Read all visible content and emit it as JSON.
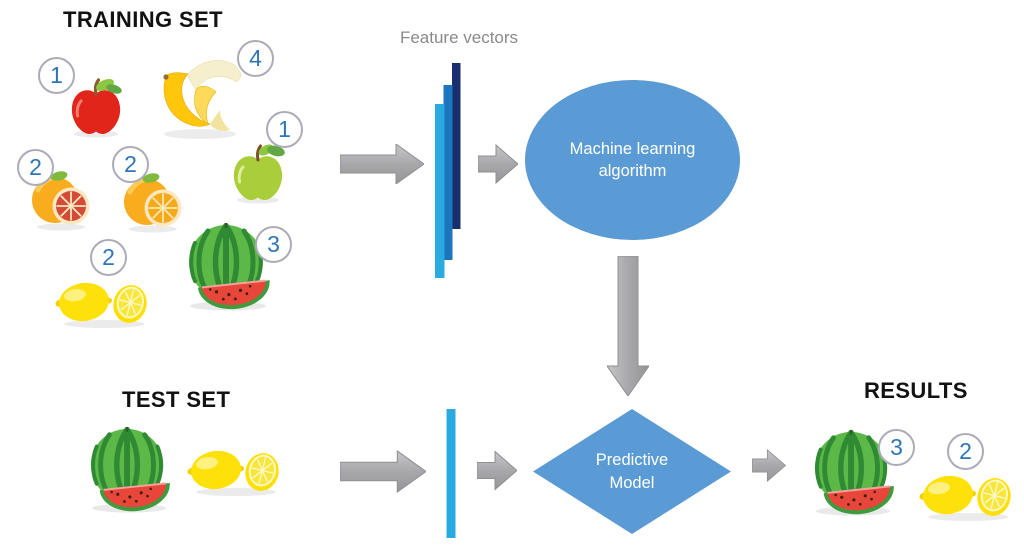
{
  "training_set": {
    "title": "TRAINING SET",
    "items": [
      {
        "fruit": "red-apple",
        "count": "1"
      },
      {
        "fruit": "banana",
        "count": "4"
      },
      {
        "fruit": "green-apple",
        "count": "1"
      },
      {
        "fruit": "grapefruit",
        "count": "2"
      },
      {
        "fruit": "orange",
        "count": "2"
      },
      {
        "fruit": "lemon",
        "count": "2"
      },
      {
        "fruit": "watermelon",
        "count": "3"
      }
    ]
  },
  "feature_vectors": {
    "label": "Feature vectors",
    "bar_colors": [
      "#29ABE2",
      "#1B75BC",
      "#192E6E"
    ]
  },
  "ml_node": {
    "line1": "Machine learning",
    "line2": "algorithm",
    "color": "#5B9BD5"
  },
  "pm_node": {
    "line1": "Predictive",
    "line2": "Model",
    "color": "#5B9BD5"
  },
  "test_set": {
    "title": "TEST SET",
    "items": [
      {
        "fruit": "watermelon"
      },
      {
        "fruit": "lemon"
      }
    ]
  },
  "results": {
    "title": "RESULTS",
    "items": [
      {
        "fruit": "watermelon",
        "count": "3"
      },
      {
        "fruit": "lemon",
        "count": "2"
      }
    ]
  },
  "colors": {
    "node_blue": "#5B9BD5",
    "badge_number_blue": "#2E75B6",
    "arrow_gray": "#A5A5A5",
    "title_black": "#121212",
    "label_gray": "#8A8A8A"
  }
}
